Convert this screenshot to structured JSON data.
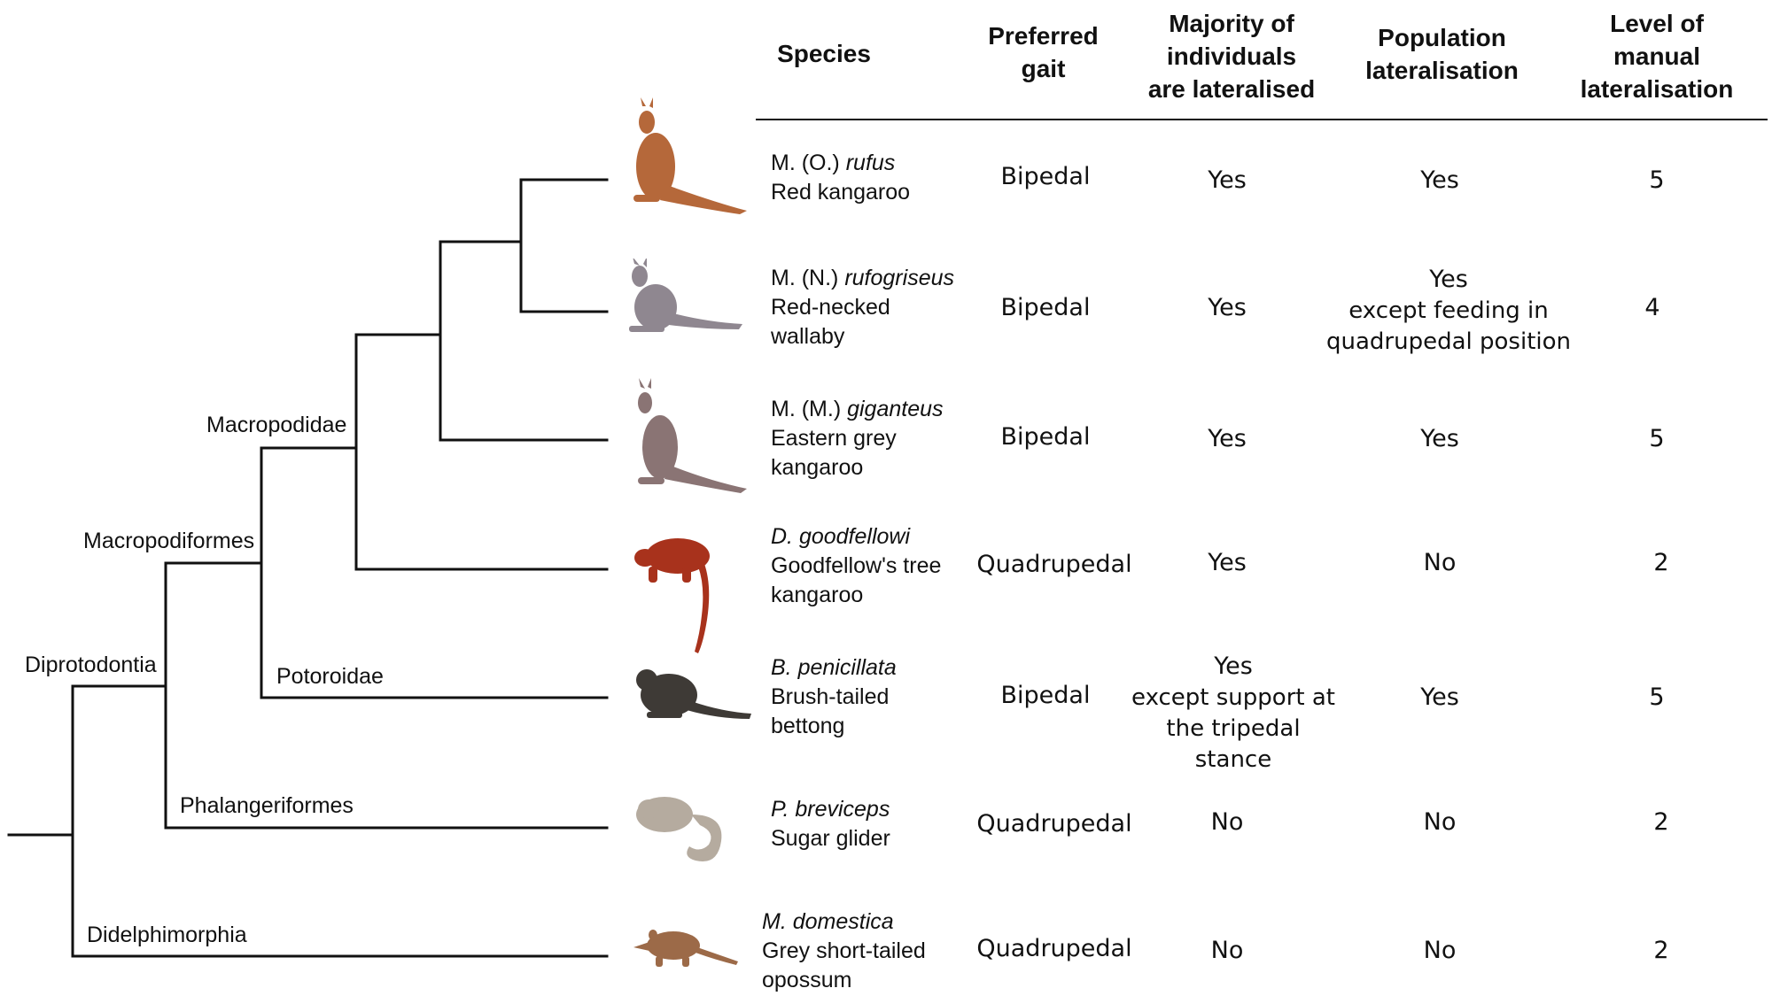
{
  "headers": {
    "species": "Species",
    "gait": [
      "Preferred",
      "gait"
    ],
    "majority": [
      "Majority of",
      "individuals",
      "are lateralised"
    ],
    "population": [
      "Population",
      "lateralisation"
    ],
    "level": [
      "Level of",
      "manual",
      "lateralisation"
    ]
  },
  "clades": {
    "diprotodontia": "Diprotodontia",
    "macropodiformes": "Macropodiformes",
    "macropodidae": "Macropodidae",
    "potoroidae": "Potoroidae",
    "phalangeriformes": "Phalangeriformes",
    "didelphimorphia": "Didelphimorphia"
  },
  "rows": [
    {
      "sci_a": "M. (O.) ",
      "sci_b": "rufus",
      "common": [
        "Red kangaroo"
      ],
      "gait": "Bipedal",
      "majority": "Yes",
      "majority_note": "",
      "population": "Yes",
      "population_note": "",
      "level": "5",
      "icon": "red-kangaroo-icon",
      "color": "#b5683a"
    },
    {
      "sci_a": "M. (N.) ",
      "sci_b": "rufogriseus",
      "common": [
        "Red-necked",
        "wallaby"
      ],
      "gait": "Bipedal",
      "majority": "Yes",
      "majority_note": "",
      "population": "Yes",
      "population_note": "except feeding in quadrupedal position",
      "level": "4",
      "icon": "red-necked-wallaby-icon",
      "color": "#8f8790"
    },
    {
      "sci_a": "M. (M.) ",
      "sci_b": "giganteus",
      "common": [
        "Eastern grey",
        "kangaroo"
      ],
      "gait": "Bipedal",
      "majority": "Yes",
      "majority_note": "",
      "population": "Yes",
      "population_note": "",
      "level": "5",
      "icon": "eastern-grey-kangaroo-icon",
      "color": "#8a7474"
    },
    {
      "sci_a": "D. goodfellowi",
      "sci_b": "",
      "common": [
        "Goodfellow's tree",
        "kangaroo"
      ],
      "gait": "Quadrupedal",
      "majority": "Yes",
      "majority_note": "",
      "population": "No",
      "population_note": "",
      "level": "2",
      "icon": "tree-kangaroo-icon",
      "color": "#a8321c"
    },
    {
      "sci_a": "B. penicillata",
      "sci_b": "",
      "common": [
        "Brush-tailed",
        "bettong"
      ],
      "gait": "Bipedal",
      "majority": "Yes",
      "majority_note": "except support at the tripedal stance",
      "population": "Yes",
      "population_note": "",
      "level": "5",
      "icon": "bettong-icon",
      "color": "#3e3a36"
    },
    {
      "sci_a": "P. breviceps",
      "sci_b": "",
      "common": [
        "Sugar glider"
      ],
      "gait": "Quadrupedal",
      "majority": "No",
      "majority_note": "",
      "population": "No",
      "population_note": "",
      "level": "2",
      "icon": "sugar-glider-icon",
      "color": "#b5ab9f"
    },
    {
      "sci_a": "M. domestica",
      "sci_b": "",
      "common": [
        "Grey short-tailed",
        "opossum"
      ],
      "gait": "Quadrupedal",
      "majority": "No",
      "majority_note": "",
      "population": "No",
      "population_note": "",
      "level": "2",
      "icon": "opossum-icon",
      "color": "#9c6a48"
    }
  ]
}
